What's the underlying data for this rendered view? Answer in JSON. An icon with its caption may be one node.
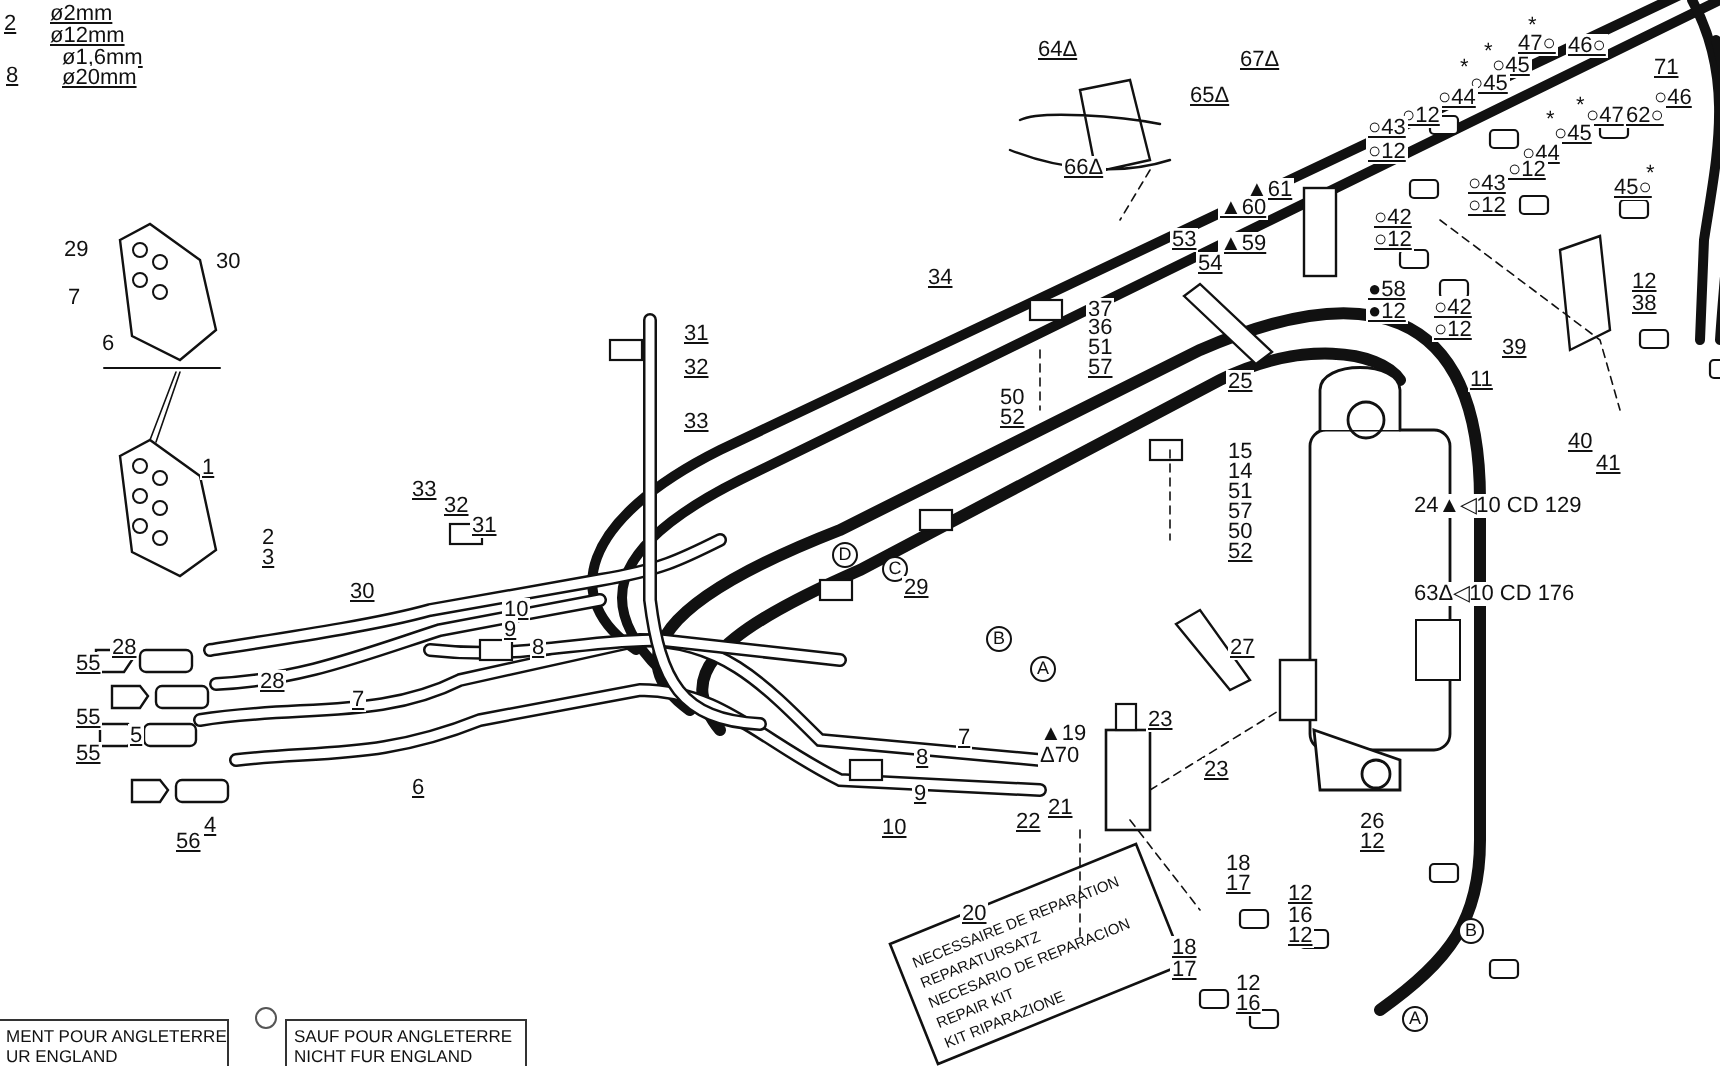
{
  "diagram": {
    "labels": [
      "2",
      "ø2mm",
      "ø12mm",
      "8",
      "ø1,6mm",
      "ø20mm",
      "64Δ",
      "67Δ",
      "65Δ",
      "66Δ",
      "*",
      "47○",
      "46○",
      "*",
      "○45",
      "*",
      "○45",
      "○44",
      "○12",
      "○43",
      "○12",
      "71",
      "○46",
      "*",
      "○47",
      "62○",
      "*",
      "○45",
      "○44",
      "○12",
      "○43",
      "○12",
      "*",
      "45○",
      "▲61",
      "▲60",
      "▲59",
      "53",
      "54",
      "○42",
      "○12",
      "●58",
      "●12",
      "○42",
      "○12",
      "12",
      "38",
      "34",
      "37",
      "36",
      "51",
      "57",
      "50",
      "52",
      "25",
      "11",
      "39",
      "40",
      "41",
      "29",
      "30",
      "7",
      "6",
      "1",
      "31",
      "32",
      "33",
      "33",
      "32",
      "31",
      "2",
      "3",
      "15",
      "14",
      "51",
      "57",
      "50",
      "52",
      "24▲◁10 CD 129",
      "30",
      "D",
      "10",
      "9",
      "8",
      "28",
      "55",
      "C",
      "29",
      "28",
      "55",
      "7",
      "B",
      "A",
      "5",
      "55",
      "6",
      "63Δ◁10 CD 176",
      "27",
      "4",
      "56",
      "7",
      "▲19",
      "Δ70",
      "23",
      "8",
      "23",
      "9",
      "10",
      "21",
      "22",
      "26",
      "12",
      "18",
      "17",
      "12",
      "16",
      "12",
      "20",
      "18",
      "17",
      "12",
      "16",
      "B",
      "A",
      "NECESSAIRE DE REPARATION",
      "REPARATURSATZ",
      "NECESARIO DE REPARACION",
      "REPAIR KIT",
      "KIT RIPARAZIONE",
      "MENT POUR ANGLETERRE",
      "UR ENGLAND",
      "SAUF POUR ANGLETERRE",
      "NICHT FUR ENGLAND"
    ]
  }
}
